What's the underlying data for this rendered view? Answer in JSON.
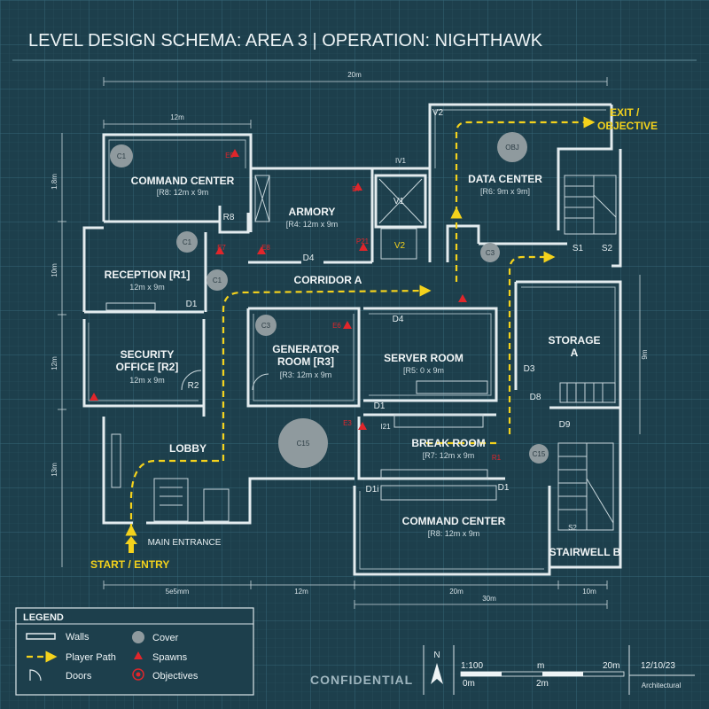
{
  "title": "LEVEL DESIGN SCHEMA: AREA 3 | OPERATION: NIGHTHAWK",
  "rooms": {
    "command_center_top": {
      "name": "COMMAND CENTER",
      "sub": "[R8: 12m x 9m"
    },
    "armory": {
      "name": "ARMORY",
      "sub": "[R4: 12m x 9m"
    },
    "data_center": {
      "name": "DATA CENTER",
      "sub": "[R6: 9m x 9m]"
    },
    "reception": {
      "name": "RECEPTION [R1]",
      "sub": "12m x 9m"
    },
    "security_office": {
      "name1": "SECURITY",
      "name2": "OFFICE [R2]",
      "sub": "12m x 9m"
    },
    "generator_room": {
      "name1": "GENERATOR",
      "name2": "ROOM [R3]",
      "sub": "[R3: 12m x 9m"
    },
    "server_room": {
      "name": "SERVER ROOM",
      "sub": "[R5: 0 x 9m"
    },
    "storage": {
      "name1": "STORAGE",
      "name2": "A"
    },
    "lobby": {
      "name": "LOBBY"
    },
    "break_room": {
      "name": "BREAK ROOM",
      "sub": "[R7: 12m x 9m"
    },
    "command_center_bottom": {
      "name": "COMMAND CENTER",
      "sub": "[R8: 12m x 9m"
    },
    "stairwell_b": {
      "name": "STAIRWELL B"
    },
    "corridor_a": {
      "name": "CORRIDOR A"
    }
  },
  "labels": {
    "exit_1": "EXIT /",
    "exit_2": "OBJECTIVE",
    "start": "START / ENTRY",
    "main_entrance": "MAIN ENTRANCE",
    "v1": "V1",
    "v2": "V2",
    "v2b": "V2",
    "r8": "R8",
    "r2": "R2",
    "d1a": "D1",
    "d1b": "D1",
    "d1c": "D1",
    "d1d": "D1i",
    "d3": "D3",
    "d4a": "D4",
    "d4b": "D4",
    "d8": "D8",
    "d9": "D9",
    "s1": "S1",
    "s2": "S2",
    "s2b": "S2",
    "iv1": "IV1",
    "obj": "OBJ",
    "i21": "I21",
    "e9": "E9",
    "e7a": "E7",
    "e7b": "E7",
    "e8": "E8",
    "e6": "E6",
    "e3": "E3",
    "p2": "P21",
    "r1": "R1"
  },
  "cover": [
    "C1",
    "C1",
    "C1",
    "C3",
    "C3",
    "C15",
    "C15"
  ],
  "dimensions": {
    "top_total": "20m",
    "top_left": "12m",
    "left_1": "1.8m",
    "left_2": "10m",
    "left_3": "12m",
    "left_4": "13m",
    "right_1": "9m",
    "bottom_1": "5e5mm",
    "bottom_2": "12m",
    "bottom_3": "20m",
    "bottom_4": "10m",
    "bottom_total": "30m"
  },
  "legend": {
    "title": "LEGEND",
    "items": [
      {
        "label": "Walls",
        "icon": "wall-icon"
      },
      {
        "label": "Cover",
        "icon": "cover-icon"
      },
      {
        "label": "Player Path",
        "icon": "path-arrow-icon"
      },
      {
        "label": "Spawns",
        "icon": "spawn-icon"
      },
      {
        "label": "Doors",
        "icon": "door-icon"
      },
      {
        "label": "Objectives",
        "icon": "objective-icon"
      }
    ]
  },
  "scale": {
    "ratio": "1:100",
    "m": "m",
    "twenty": "20m",
    "zero": "0m",
    "two": "2m"
  },
  "meta": {
    "date": "12/10/23",
    "type": "Architectural",
    "north": "N"
  },
  "stamp": "CONFIDENTIAL",
  "colors": {
    "background": "#1d3f4c",
    "grid": "#2c5a68",
    "wall": "#e4ecef",
    "path": "#f4d21c",
    "spawn": "#e0262b",
    "cover": "#8f9a9e"
  }
}
